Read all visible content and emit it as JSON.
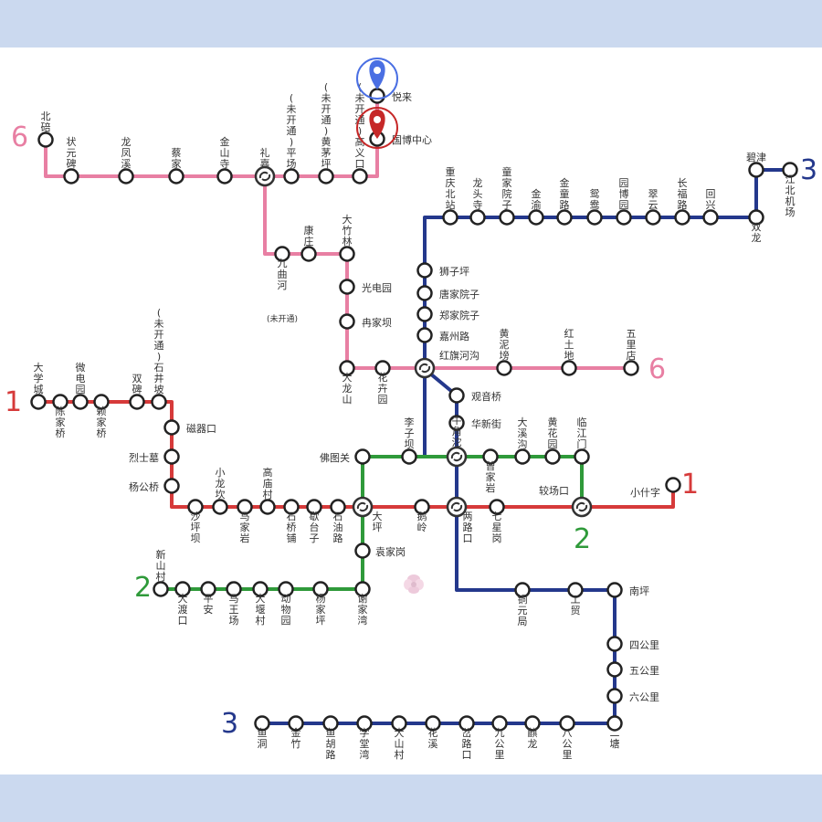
{
  "colors": {
    "line1": "#d63a3a",
    "line2": "#2f9a3a",
    "line3": "#24388c",
    "line6": "#e87fa3",
    "pin_blue": "#4a6fe3",
    "pin_red": "#c62828",
    "band": "#cbd9ef"
  },
  "lines": [
    {
      "id": "line1",
      "label": "1",
      "color": "#d63a3a"
    },
    {
      "id": "line2",
      "label": "2",
      "color": "#2f9a3a"
    },
    {
      "id": "line3",
      "label": "3",
      "color": "#24388c"
    },
    {
      "id": "line6",
      "label": "6",
      "color": "#e87fa3"
    }
  ],
  "stations": [
    {
      "name": "北碚",
      "line": "6"
    },
    {
      "name": "状元碑",
      "line": "6"
    },
    {
      "name": "龙凤溪",
      "line": "6"
    },
    {
      "name": "蔡家",
      "line": "6"
    },
    {
      "name": "金山寺",
      "line": "6"
    },
    {
      "name": "礼嘉",
      "line": "6",
      "transfer": true
    },
    {
      "name": "(未开通)平场",
      "line": "6"
    },
    {
      "name": "(未开通)黄茅坪",
      "line": "6"
    },
    {
      "name": "(未开通)高义口",
      "line": "6"
    },
    {
      "name": "悦来",
      "line": "6"
    },
    {
      "name": "国博中心",
      "line": "6"
    },
    {
      "name": "九曲河",
      "line": "6"
    },
    {
      "name": "(未开通)",
      "line": "6"
    },
    {
      "name": "康庄",
      "line": "6"
    },
    {
      "name": "大竹林",
      "line": "6"
    },
    {
      "name": "光电园",
      "line": "6"
    },
    {
      "name": "冉家坝",
      "line": "6"
    },
    {
      "name": "大龙山",
      "line": "6"
    },
    {
      "name": "花卉园",
      "line": "6"
    },
    {
      "name": "红旗河沟",
      "line": "6",
      "transfer": true
    },
    {
      "name": "黄泥塝",
      "line": "6"
    },
    {
      "name": "红土地",
      "line": "6"
    },
    {
      "name": "五里店",
      "line": "6"
    },
    {
      "name": "重庆北站",
      "line": "3"
    },
    {
      "name": "龙头寺",
      "line": "3"
    },
    {
      "name": "童家院子",
      "line": "3"
    },
    {
      "name": "金渝",
      "line": "3"
    },
    {
      "name": "金童路",
      "line": "3"
    },
    {
      "name": "鸳鸯",
      "line": "3"
    },
    {
      "name": "园博园",
      "line": "3"
    },
    {
      "name": "翠云",
      "line": "3"
    },
    {
      "name": "长福路",
      "line": "3"
    },
    {
      "name": "回兴",
      "line": "3"
    },
    {
      "name": "双龙",
      "line": "3"
    },
    {
      "name": "碧津",
      "line": "3"
    },
    {
      "name": "江北机场",
      "line": "3"
    },
    {
      "name": "狮子坪",
      "line": "3"
    },
    {
      "name": "唐家院子",
      "line": "3"
    },
    {
      "name": "郑家院子",
      "line": "3"
    },
    {
      "name": "嘉州路",
      "line": "3"
    },
    {
      "name": "观音桥",
      "line": "3"
    },
    {
      "name": "华新街",
      "line": "3"
    },
    {
      "name": "牛角沱",
      "line": "3",
      "transfer": true
    },
    {
      "name": "两路口",
      "line": "3",
      "transfer": true
    },
    {
      "name": "铜元局",
      "line": "3"
    },
    {
      "name": "工贸",
      "line": "3"
    },
    {
      "name": "南坪",
      "line": "3"
    },
    {
      "name": "四公里",
      "line": "3"
    },
    {
      "name": "五公里",
      "line": "3"
    },
    {
      "name": "六公里",
      "line": "3"
    },
    {
      "name": "二塘",
      "line": "3"
    },
    {
      "name": "八公里",
      "line": "3"
    },
    {
      "name": "麒龙",
      "line": "3"
    },
    {
      "name": "九公里",
      "line": "3"
    },
    {
      "name": "岔路口",
      "line": "3"
    },
    {
      "name": "花溪",
      "line": "3"
    },
    {
      "name": "大山村",
      "line": "3"
    },
    {
      "name": "学堂湾",
      "line": "3"
    },
    {
      "name": "鱼胡路",
      "line": "3"
    },
    {
      "name": "金竹",
      "line": "3"
    },
    {
      "name": "鱼洞",
      "line": "3"
    },
    {
      "name": "大学城",
      "line": "1"
    },
    {
      "name": "陈家桥",
      "line": "1"
    },
    {
      "name": "微电园",
      "line": "1"
    },
    {
      "name": "赖家桥",
      "line": "1"
    },
    {
      "name": "双碑",
      "line": "1"
    },
    {
      "name": "(未开通)石井坡",
      "line": "1"
    },
    {
      "name": "磁器口",
      "line": "1"
    },
    {
      "name": "烈士墓",
      "line": "1"
    },
    {
      "name": "杨公桥",
      "line": "1"
    },
    {
      "name": "沙坪坝",
      "line": "1"
    },
    {
      "name": "小龙坎",
      "line": "1"
    },
    {
      "name": "马家岩",
      "line": "1"
    },
    {
      "name": "高庙村",
      "line": "1"
    },
    {
      "name": "石桥铺",
      "line": "1"
    },
    {
      "name": "歇台子",
      "line": "1"
    },
    {
      "name": "石油路",
      "line": "1"
    },
    {
      "name": "大坪",
      "line": "1",
      "transfer": true
    },
    {
      "name": "鹅岭",
      "line": "1"
    },
    {
      "name": "七星岗",
      "line": "1"
    },
    {
      "name": "较场口",
      "line": "1",
      "transfer": true
    },
    {
      "name": "小什字",
      "line": "1"
    },
    {
      "name": "佛图关",
      "line": "2"
    },
    {
      "name": "李子坝",
      "line": "2"
    },
    {
      "name": "曾家岩",
      "line": "2"
    },
    {
      "name": "大溪沟",
      "line": "2"
    },
    {
      "name": "黄花园",
      "line": "2"
    },
    {
      "name": "临江门",
      "line": "2"
    },
    {
      "name": "袁家岗",
      "line": "2"
    },
    {
      "name": "谢家湾",
      "line": "2"
    },
    {
      "name": "杨家坪",
      "line": "2"
    },
    {
      "name": "动物园",
      "line": "2"
    },
    {
      "name": "大堰村",
      "line": "2"
    },
    {
      "name": "马王场",
      "line": "2"
    },
    {
      "name": "平安",
      "line": "2"
    },
    {
      "name": "大渡口",
      "line": "2"
    },
    {
      "name": "新山村",
      "line": "2"
    }
  ],
  "markers": [
    {
      "name": "pin-start",
      "color": "#4a6fe3"
    },
    {
      "name": "pin-end",
      "color": "#c62828"
    }
  ]
}
